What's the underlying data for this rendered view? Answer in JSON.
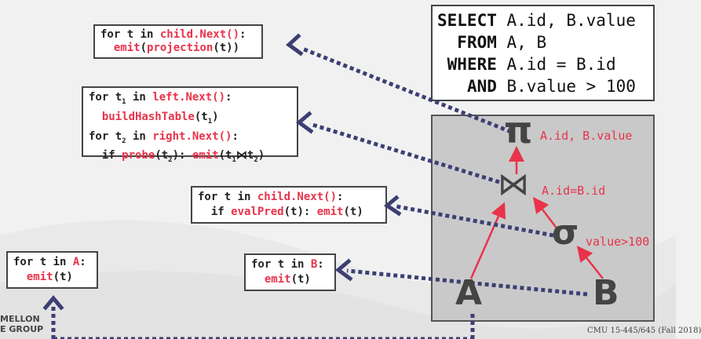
{
  "sql": {
    "line1_kw": "SELECT",
    "line1_rest": " A.id, B.value",
    "line2_kw": "FROM",
    "line2_rest": " A, B",
    "line3_kw": "WHERE",
    "line3_rest": " A.id = B.id",
    "line4_kw": "AND",
    "line4_rest": " B.value > 100"
  },
  "boxes": {
    "projection": {
      "l1a": "for t in ",
      "l1b": "child.Next()",
      "l1c": ":",
      "l2a": "  ",
      "l2b": "emit",
      "l2c": "(",
      "l2d": "projection",
      "l2e": "(t))"
    },
    "join": {
      "l1a": "for t",
      "l1sub": "1",
      "l1b": " in ",
      "l1c": "left.Next()",
      "l1d": ":",
      "l2a": "  ",
      "l2b": "buildHashTable",
      "l2c": "(t",
      "l2sub": "1",
      "l2d": ")",
      "l3a": "for t",
      "l3sub": "2",
      "l3b": " in ",
      "l3c": "right.Next()",
      "l3d": ":",
      "l4a": "  if ",
      "l4b": "probe",
      "l4c": "(t",
      "l4sub": "2",
      "l4d": "): ",
      "l4e": "emit",
      "l4f": "(t",
      "l4sub2": "1",
      "l4g": "⋈t",
      "l4sub3": "2",
      "l4h": ")"
    },
    "selection": {
      "l1a": "for t in ",
      "l1b": "child.Next()",
      "l1c": ":",
      "l2a": "  if ",
      "l2b": "evalPred",
      "l2c": "(t): ",
      "l2d": "emit",
      "l2e": "(t)"
    },
    "scanA": {
      "l1a": "for t in ",
      "l1b": "A",
      "l1c": ":",
      "l2a": "  ",
      "l2b": "emit",
      "l2c": "(t)"
    },
    "scanB": {
      "l1a": "for t in ",
      "l1b": "B",
      "l1c": ":",
      "l2a": "  ",
      "l2b": "emit",
      "l2c": "(t)"
    }
  },
  "plan": {
    "pi_symbol": "π",
    "pi_label": "A.id, B.value",
    "join_symbol": "⋈",
    "join_label": "A.id=B.id",
    "sigma_symbol": "σ",
    "sigma_label": "value>100",
    "table_a": "A",
    "table_b": "B"
  },
  "logo": {
    "line1": "MELLON",
    "line2": "E GROUP"
  },
  "footer": "CMU 15-445/645 (Fall 2018)",
  "colors": {
    "accent": "#e8334a",
    "dots": "#3c3f73",
    "box_border": "#444444"
  }
}
